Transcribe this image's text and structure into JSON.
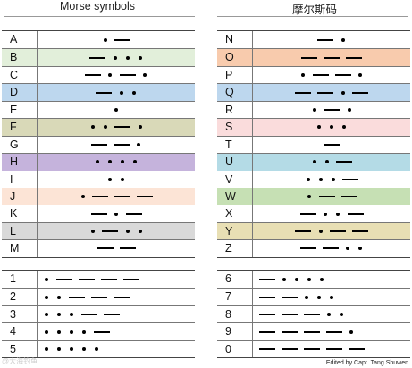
{
  "headers": {
    "left": "Morse symbols",
    "right": "摩尔斯码"
  },
  "credit": "Edited by Capt. Tang Shuwen",
  "watermark": "@大海钓鱼",
  "letters_left": [
    {
      "label": "A",
      "code": ".-",
      "color": "#ffffff"
    },
    {
      "label": "B",
      "code": "-...",
      "color": "#e2efda"
    },
    {
      "label": "C",
      "code": "-.-.",
      "color": "#ffffff"
    },
    {
      "label": "D",
      "code": "-..",
      "color": "#bdd7ee"
    },
    {
      "label": "E",
      "code": ".",
      "color": "#ffffff"
    },
    {
      "label": "F",
      "code": "..-.",
      "color": "#d9d9b8"
    },
    {
      "label": "G",
      "code": "--.",
      "color": "#ffffff"
    },
    {
      "label": "H",
      "code": "....",
      "color": "#c5b3dc"
    },
    {
      "label": "I",
      "code": "..",
      "color": "#ffffff"
    },
    {
      "label": "J",
      "code": ".---",
      "color": "#fce4d6"
    },
    {
      "label": "K",
      "code": "-.-",
      "color": "#ffffff"
    },
    {
      "label": "L",
      "code": ".-..",
      "color": "#d9d9d9"
    },
    {
      "label": "M",
      "code": "--",
      "color": "#ffffff"
    }
  ],
  "letters_right": [
    {
      "label": "N",
      "code": "-.",
      "color": "#ffffff"
    },
    {
      "label": "O",
      "code": "---",
      "color": "#f8cbad"
    },
    {
      "label": "P",
      "code": ".--.",
      "color": "#ffffff"
    },
    {
      "label": "Q",
      "code": "--.-",
      "color": "#bdd7ee"
    },
    {
      "label": "R",
      "code": ".-.",
      "color": "#ffffff"
    },
    {
      "label": "S",
      "code": "...",
      "color": "#fadcdc"
    },
    {
      "label": "T",
      "code": "-",
      "color": "#ffffff"
    },
    {
      "label": "U",
      "code": "..-",
      "color": "#b4dbe6"
    },
    {
      "label": "V",
      "code": "...-",
      "color": "#ffffff"
    },
    {
      "label": "W",
      "code": ".--",
      "color": "#c6e0b4"
    },
    {
      "label": "X",
      "code": "-..-",
      "color": "#ffffff"
    },
    {
      "label": "Y",
      "code": "-.--",
      "color": "#e8dfb4"
    },
    {
      "label": "Z",
      "code": "--..",
      "color": "#ffffff"
    }
  ],
  "numbers_left": [
    {
      "label": "1",
      "code": ".----"
    },
    {
      "label": "2",
      "code": "..---"
    },
    {
      "label": "3",
      "code": "...--"
    },
    {
      "label": "4",
      "code": "....-"
    },
    {
      "label": "5",
      "code": "....."
    }
  ],
  "numbers_right": [
    {
      "label": "6",
      "code": "-...."
    },
    {
      "label": "7",
      "code": "--..."
    },
    {
      "label": "8",
      "code": "---.."
    },
    {
      "label": "9",
      "code": "----."
    },
    {
      "label": "0",
      "code": "-----"
    }
  ]
}
